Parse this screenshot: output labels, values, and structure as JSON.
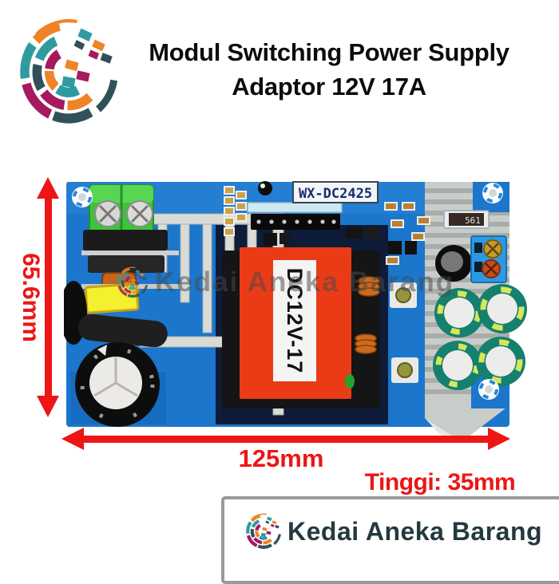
{
  "header": {
    "title_line1": "Modul Switching Power Supply",
    "title_line2": "Adaptor 12V 17A"
  },
  "pcb": {
    "model_label": "WX-DC2425",
    "transformer_label": "DC12V-17",
    "resistor_label": "561"
  },
  "dimensions": {
    "height": "65.6mm",
    "width": "125mm",
    "thickness": "Tinggi: 35mm"
  },
  "watermark": {
    "text": "Kedai Aneka Barang"
  },
  "footer": {
    "brand": "Kedai Aneka Barang"
  },
  "colors": {
    "accent_red": "#ee1515",
    "pcb_blue": "#1b76cc",
    "transformer_red": "#ea3b16",
    "terminal_green": "#3fc23d",
    "capacitor_teal": "#1d8d7c",
    "logo_teal": "#2f9ba0",
    "logo_orange": "#ee8327",
    "logo_magenta": "#a5195d",
    "logo_slate": "#31505a"
  }
}
